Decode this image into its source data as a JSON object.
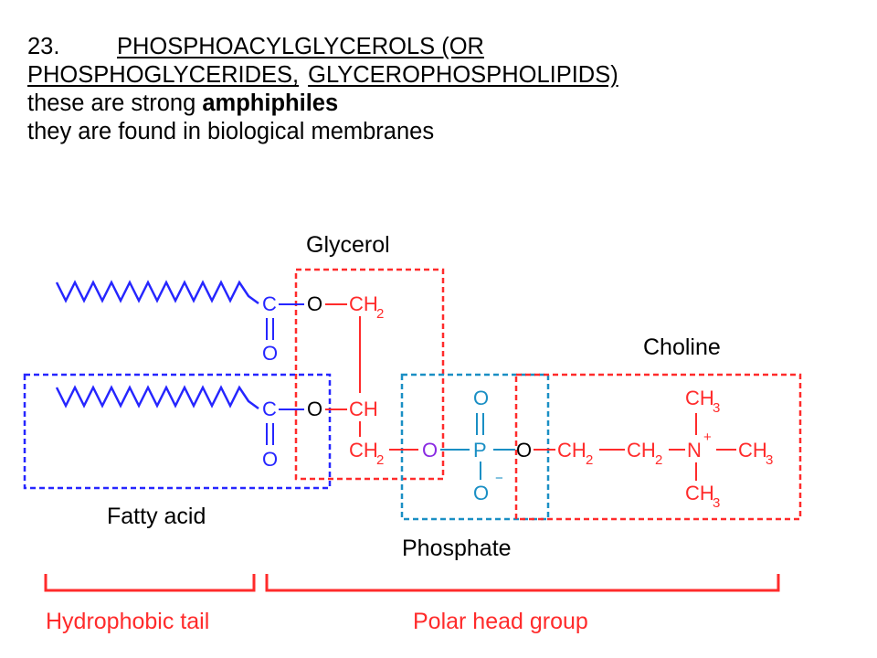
{
  "heading": {
    "number": "23.",
    "title_part1": "PHOSPHOACYLGLYCEROLS (OR",
    "title_part2a": "PHOSPHOGLYCERIDES,",
    "title_part2b": "GLYCEROPHOSPHOLIPIDS)",
    "line3_prefix": "these are strong ",
    "line3_bold": "amphiphiles",
    "line4": "they are found in biological  membranes"
  },
  "diagram": {
    "labels": {
      "glycerol": "Glycerol",
      "choline": "Choline",
      "fatty_acid": "Fatty acid",
      "phosphate": "Phosphate",
      "hydrophobic_tail": "Hydrophobic tail",
      "polar_head_group": "Polar head group"
    },
    "atoms": {
      "c": "C",
      "o": "O",
      "ch": "CH",
      "ch2": "CH",
      "ch3": "CH",
      "p": "P",
      "n": "N",
      "sub2": "2",
      "sub3": "3",
      "plus": "+",
      "minus": "−"
    },
    "colors": {
      "fatty_acid": "#2626ff",
      "glycerol": "#ff2b2b",
      "phosphate": "#1a8fc4",
      "choline": "#ff2b2b",
      "linking_oxygen": "#8a2be2",
      "bracket": "#ff2b2b"
    }
  }
}
